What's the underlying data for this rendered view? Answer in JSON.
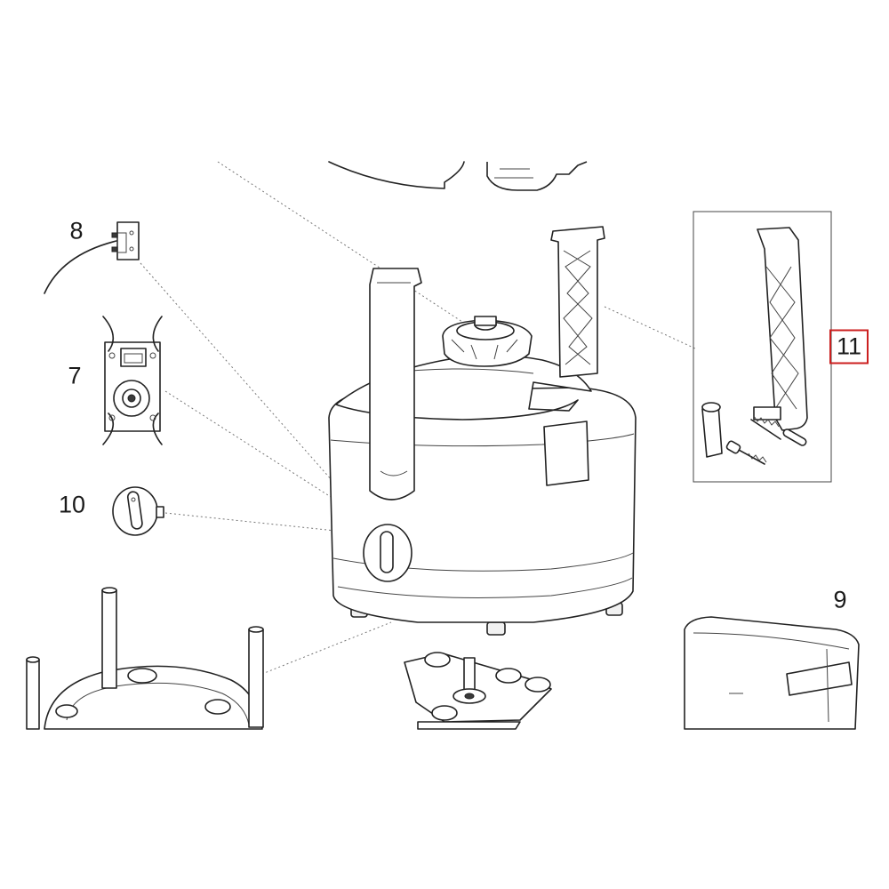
{
  "labels": [
    {
      "key": "p8",
      "text": "8"
    },
    {
      "key": "p7",
      "text": "7"
    },
    {
      "key": "p10",
      "text": "10"
    },
    {
      "key": "p11",
      "text": "11",
      "highlighted": true
    },
    {
      "key": "p9",
      "text": "9"
    }
  ],
  "colors": {
    "line": "#222222",
    "highlight_border": "#cc1f1f"
  }
}
